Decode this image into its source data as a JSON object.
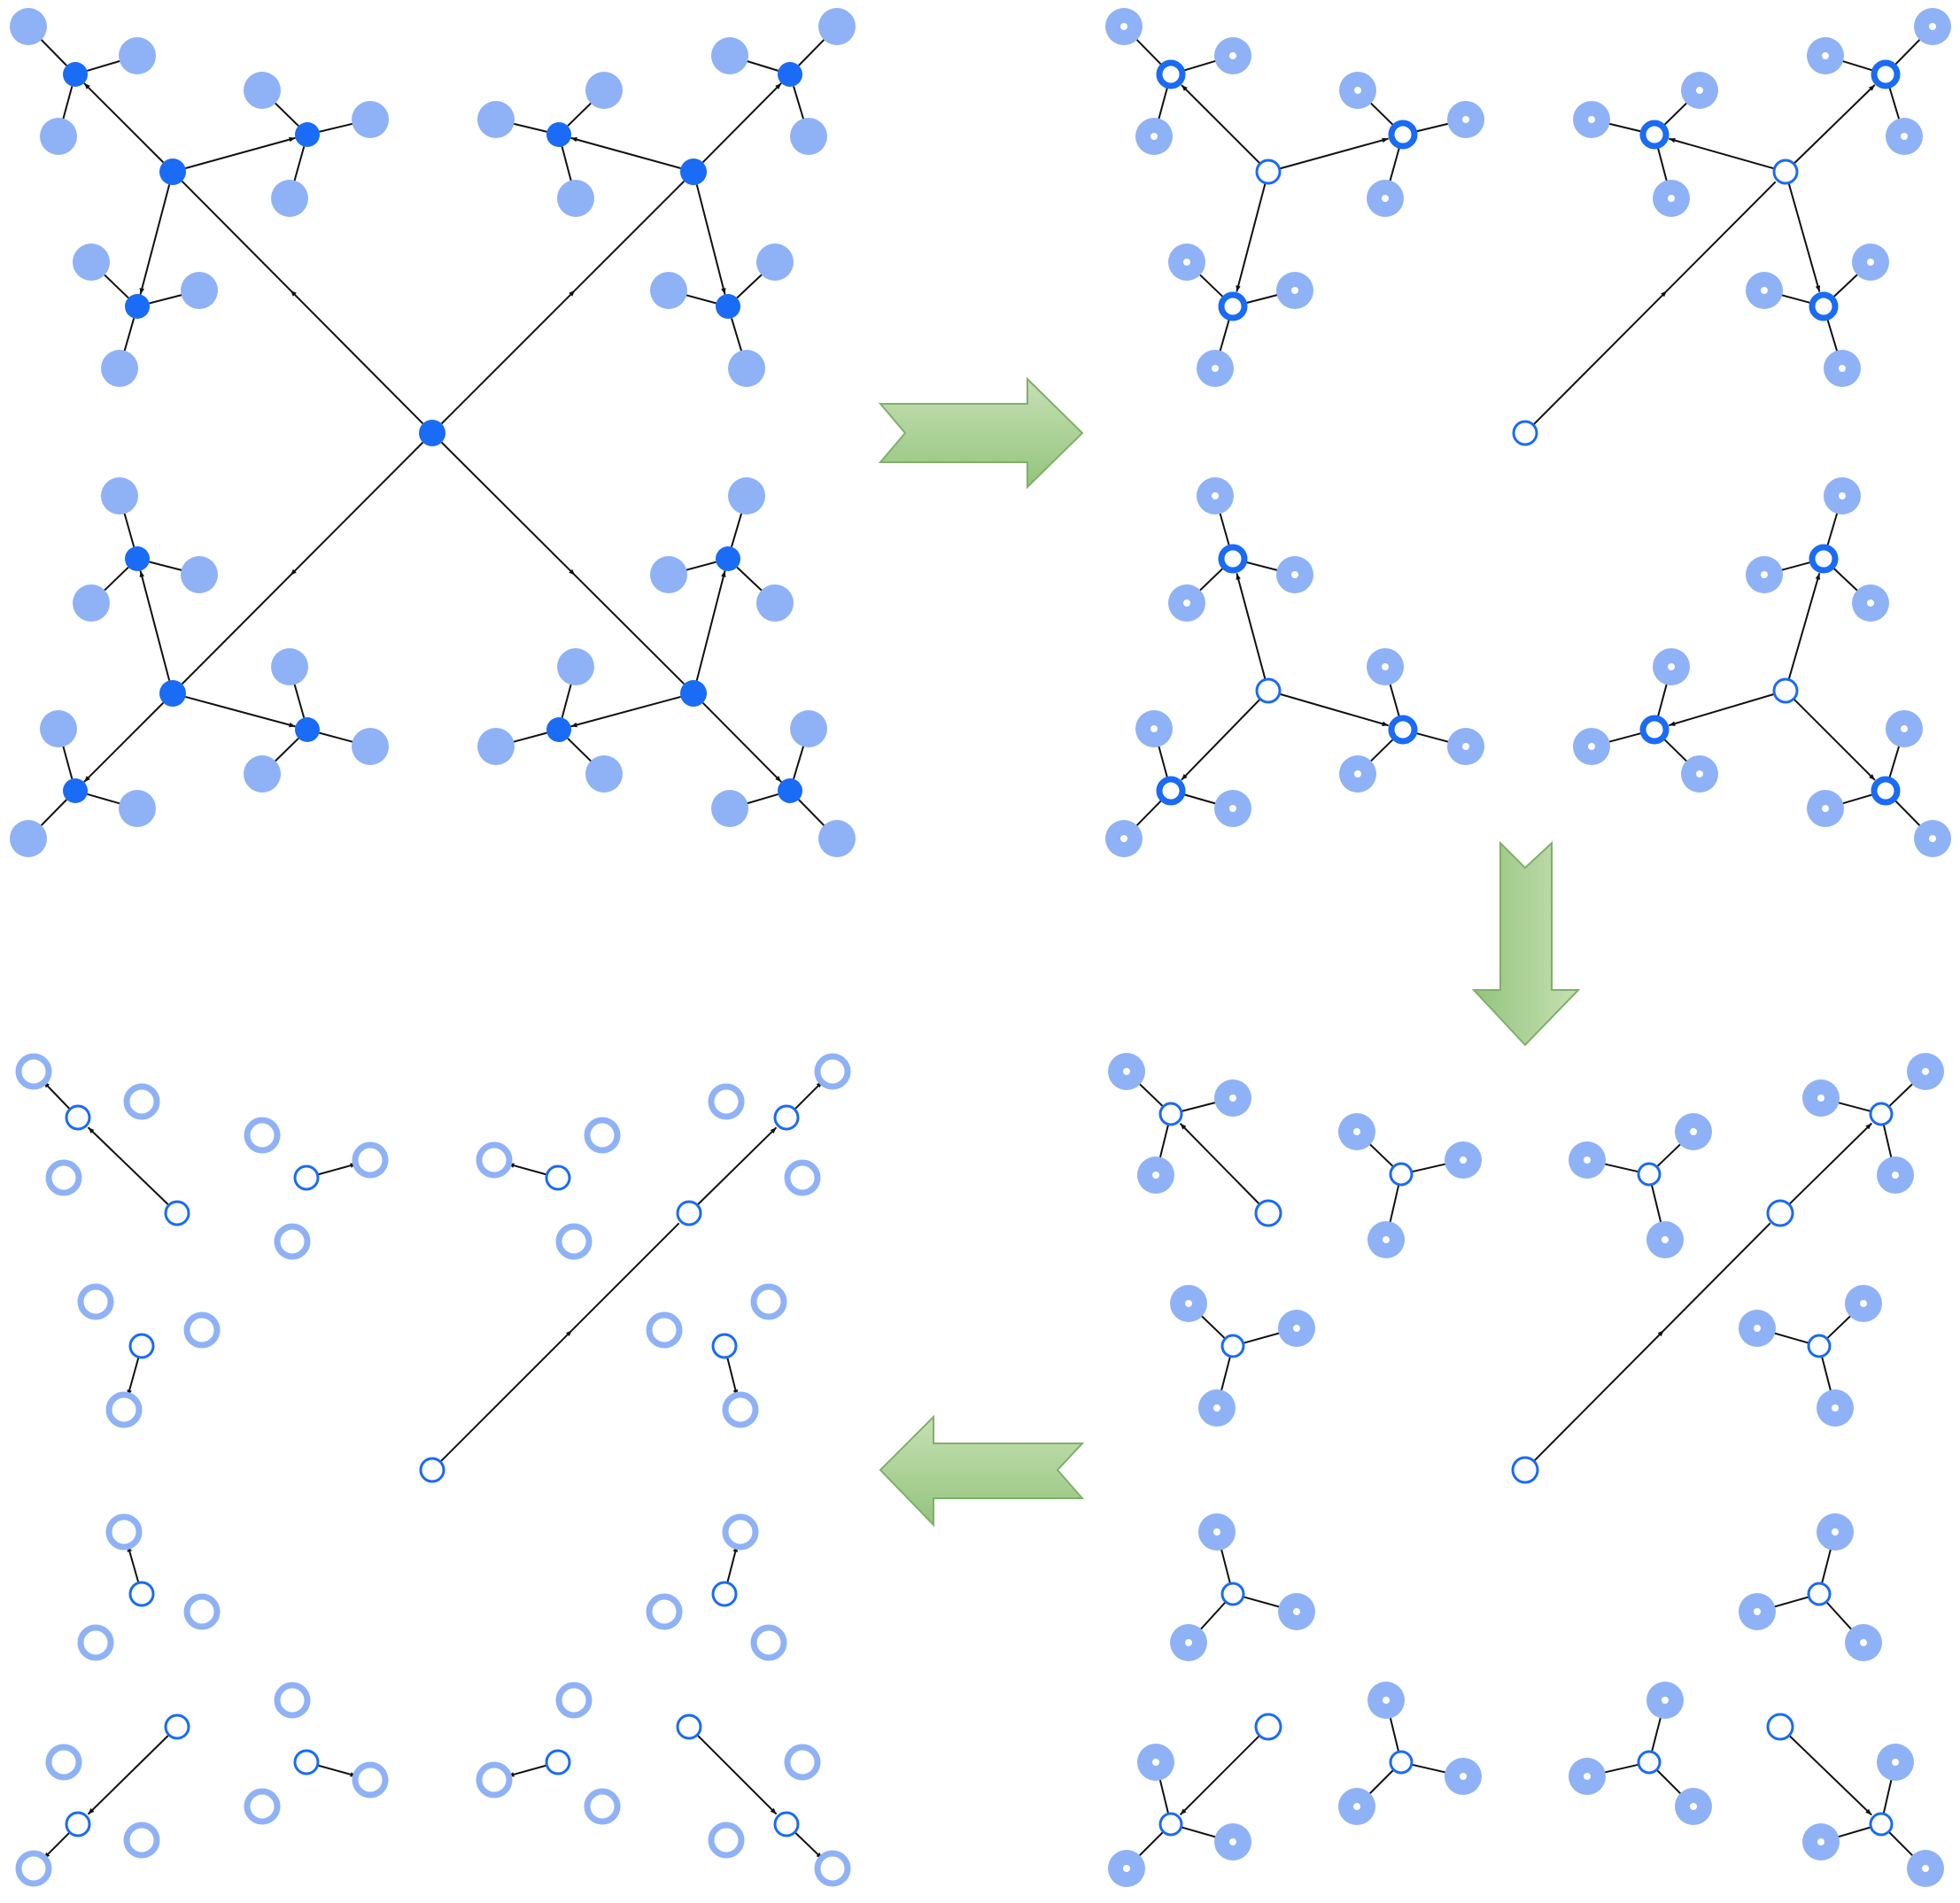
{
  "colors": {
    "background": "#ffffff",
    "node_dark": "#1a6bf5",
    "node_light": "#8fb2f7",
    "edge": "#111111",
    "arrow_fill_top": "#c6e0b4",
    "arrow_fill_bottom": "#94c47d",
    "arrow_stroke": "#7fb069"
  },
  "panels": [
    {
      "id": "panel-top-left",
      "stage": 1
    },
    {
      "id": "panel-top-right",
      "stage": 2
    },
    {
      "id": "panel-bottom-right",
      "stage": 3
    },
    {
      "id": "panel-bottom-left",
      "stage": 4
    }
  ],
  "transitions": [
    {
      "from": "panel-top-left",
      "to": "panel-top-right",
      "direction": "right"
    },
    {
      "from": "panel-top-right",
      "to": "panel-bottom-right",
      "direction": "down"
    },
    {
      "from": "panel-bottom-right",
      "to": "panel-bottom-left",
      "direction": "left"
    }
  ]
}
